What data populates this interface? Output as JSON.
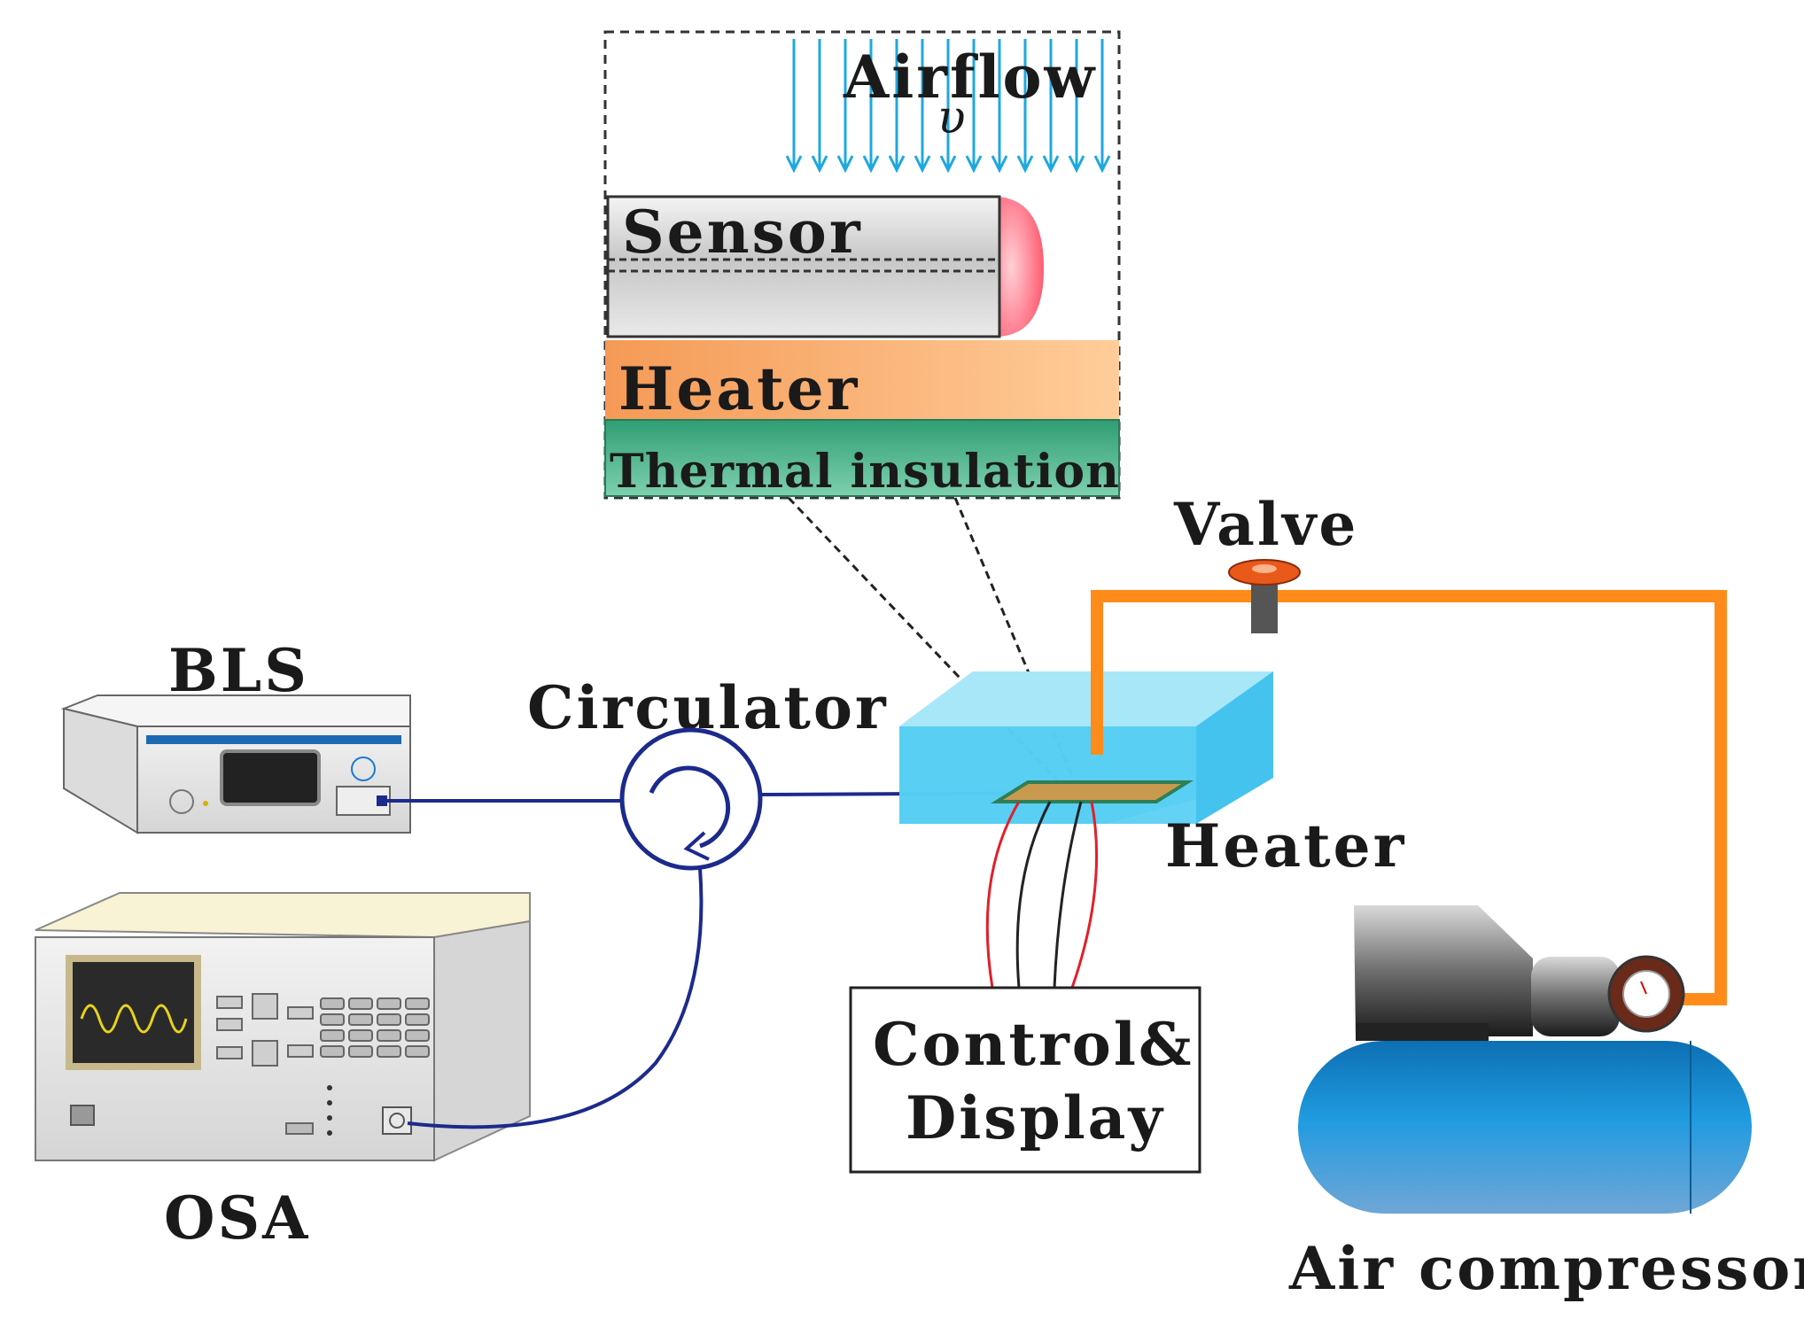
{
  "labels": {
    "airflow": "Airflow",
    "velocity_symbol": "υ",
    "sensor": "Sensor",
    "heater_inset": "Heater",
    "thermal_insulation": "Thermal insulation",
    "valve": "Valve",
    "bls": "BLS",
    "circulator": "Circulator",
    "heater": "Heater",
    "osa": "OSA",
    "control_line1": "Control&",
    "control_line2": "Display",
    "air_compressor": "Air compressor"
  },
  "colors": {
    "airflow_arrows": "#1ea8e0",
    "heater_layer": "#f7a867",
    "insulation_layer": "#3aa37e",
    "fiber": "#1c2a8c",
    "pipe": "#ff8c1a",
    "chamber": "#3dc8f2",
    "tank": "#1a8fd0",
    "wire_red": "#e0202a",
    "wire_black": "#222222",
    "osa_trace": "#e8d21a",
    "sensor_tip": "#ff5a6e"
  },
  "icons": [
    "airflow-arrows-icon",
    "sensor-fiber-icon",
    "bls-device-icon",
    "circulator-icon",
    "osa-device-icon",
    "valve-icon",
    "air-compressor-icon",
    "test-chamber-icon"
  ]
}
